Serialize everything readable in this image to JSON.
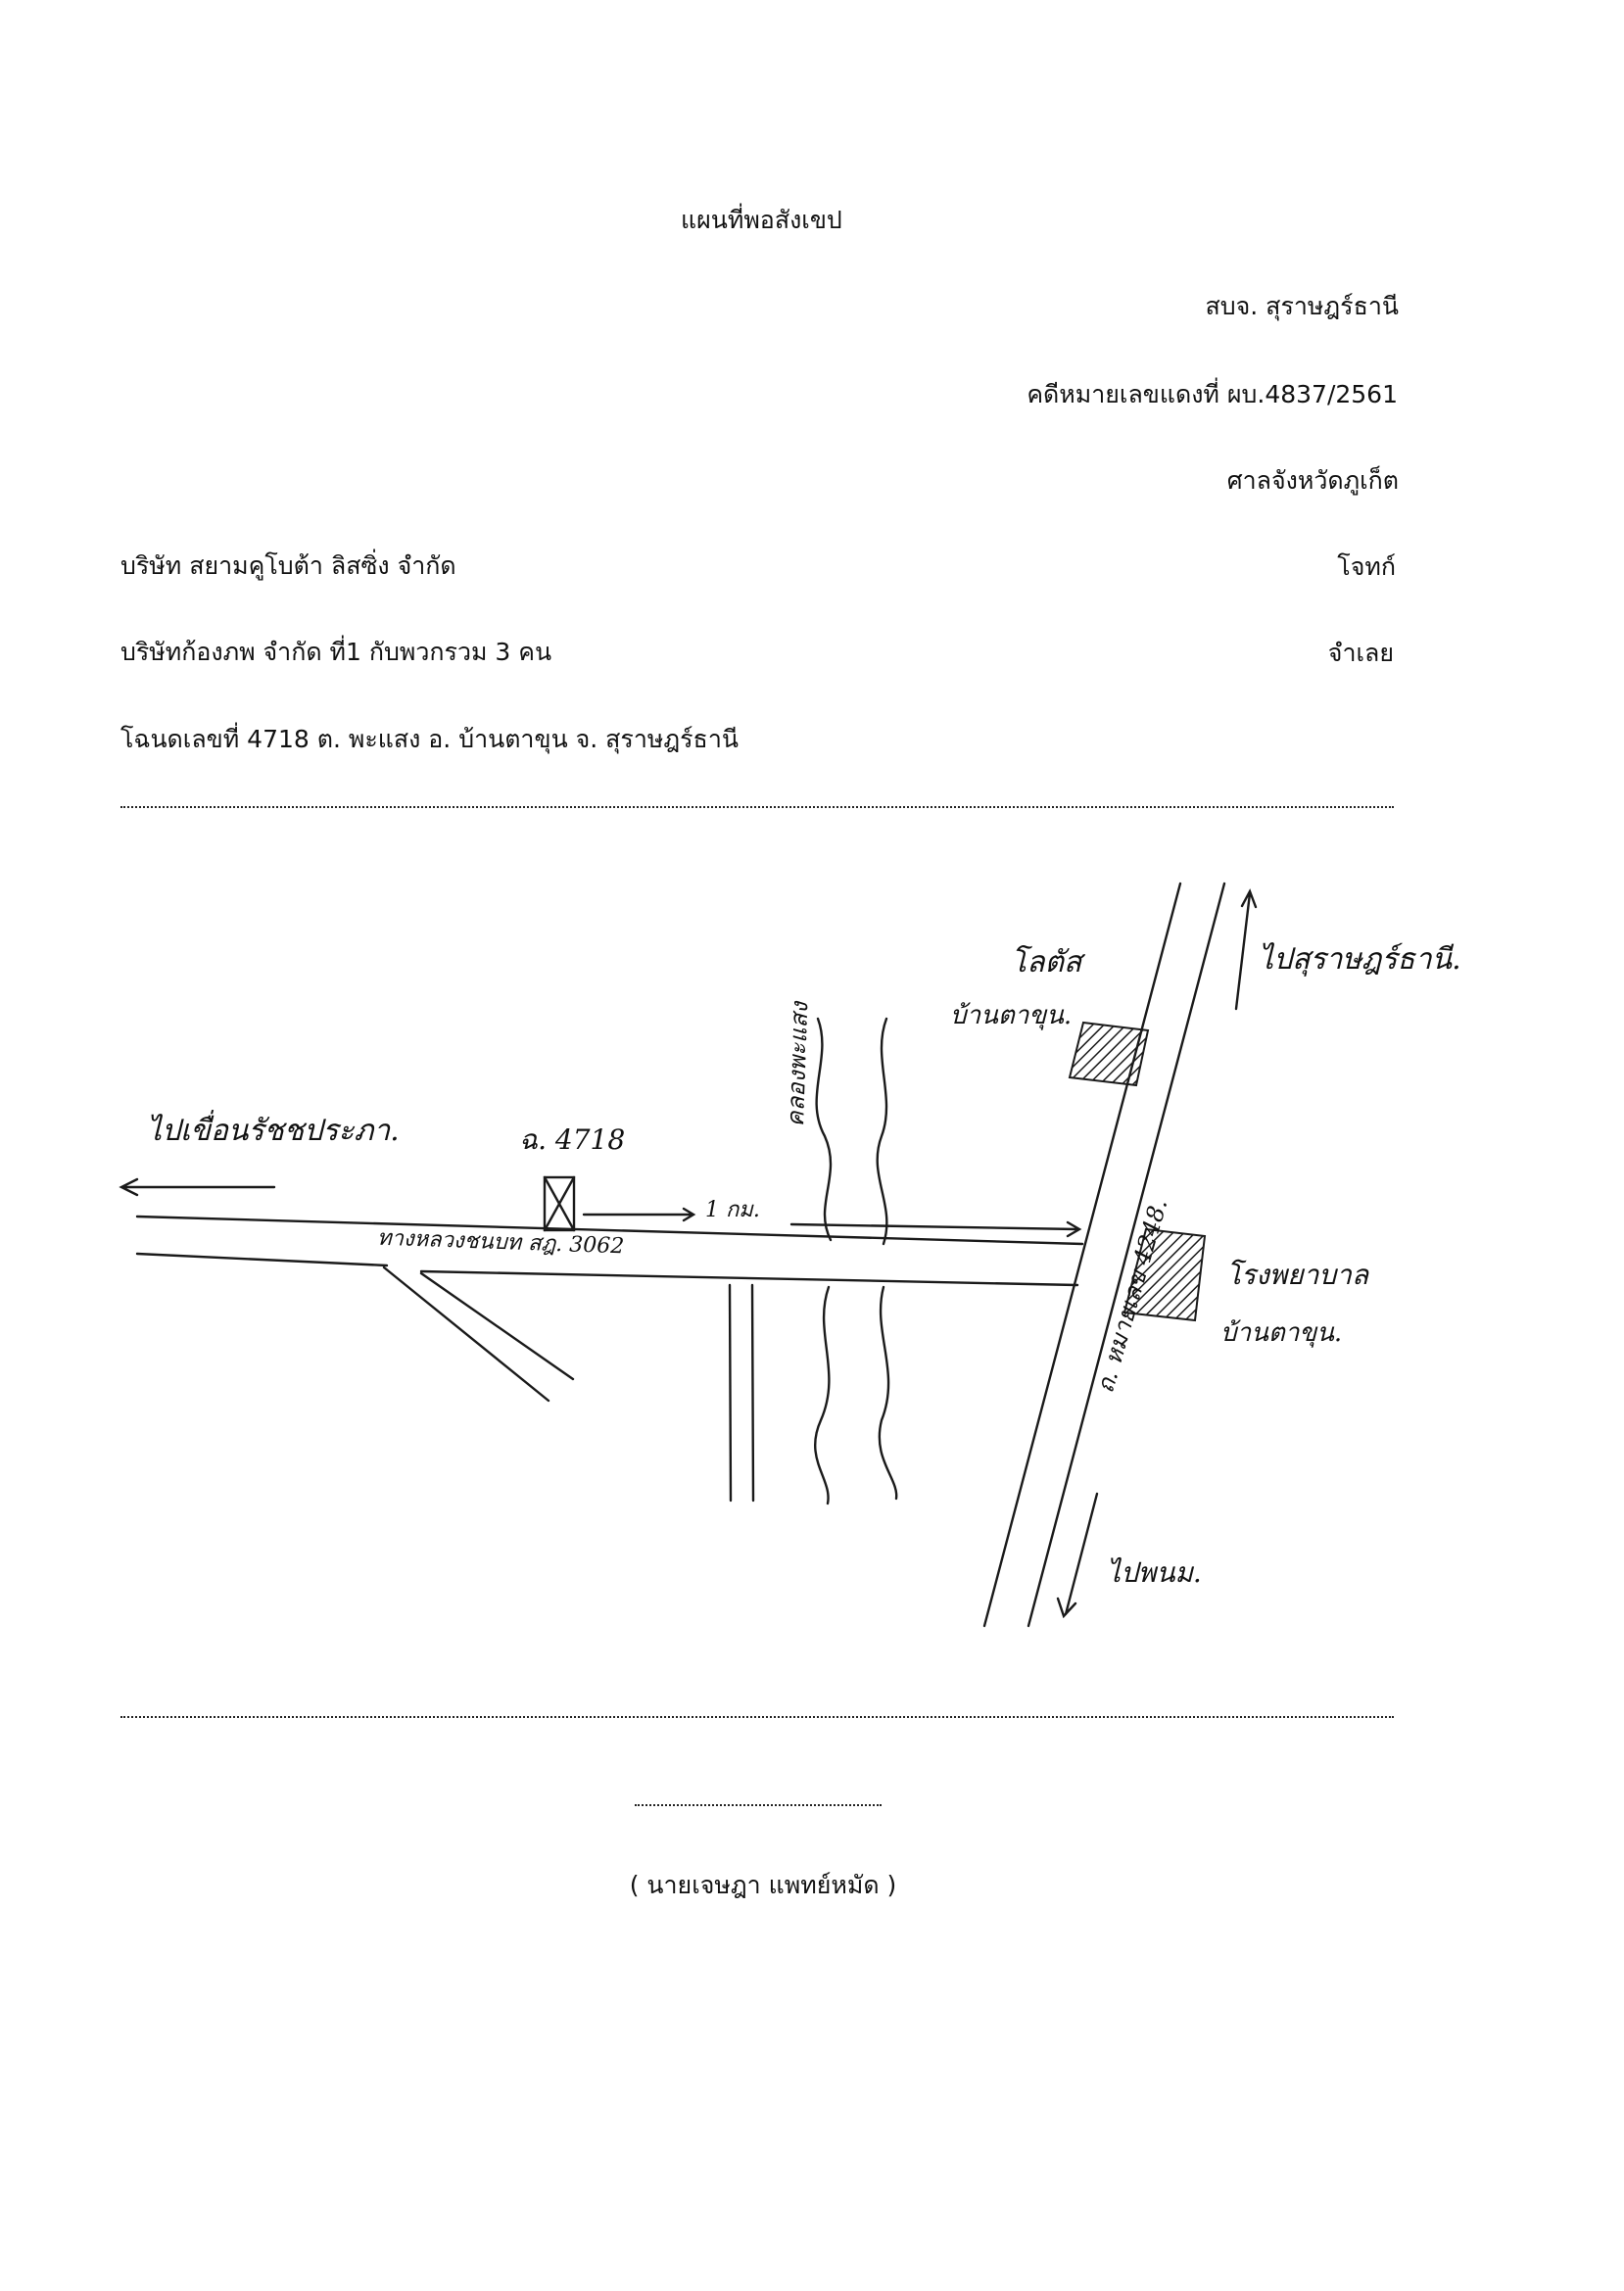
{
  "document": {
    "title": "แผนที่พอสังเขป",
    "office": "สบจ. สุราษฎร์ธานี",
    "case_number": "คดีหมายเลขแดงที่ ผบ.4837/2561",
    "court": "ศาลจังหวัดภูเก็ต",
    "plaintiff_name": "บริษัท  สยามคูโบต้า ลิสซิ่ง  จำกัด",
    "plaintiff_label": "โจทก์",
    "defendant_name": "บริษัทก้องภพ จำกัด ที่1 กับพวกรวม 3 คน",
    "defendant_label": "จำเลย",
    "deed": "โฉนดเลขที่ 4718  ต. พะแสง อ. บ้านตาขุน จ. สุราษฎร์ธานี",
    "signer": "( นายเจษฎา แพทย์หมัด )"
  },
  "map": {
    "to_left": "ไปเขื่อนรัชชประภา.",
    "parcel": "ฉ. 4718",
    "distance": "1 กม.",
    "canal": "คลองพะแสง",
    "road_main": "ทางหลวงชนบท สฎ. 3062",
    "road_cross": "ถ. หมายเลข 4248.",
    "lotus": "โลตัส",
    "lotus_place": "บ้านตาขุน.",
    "to_top_right": "ไปสุราษฎร์ธานี.",
    "hospital": "โรงพยาบาล",
    "hospital_place": "บ้านตาขุน.",
    "to_bottom": "ไปพนม."
  }
}
